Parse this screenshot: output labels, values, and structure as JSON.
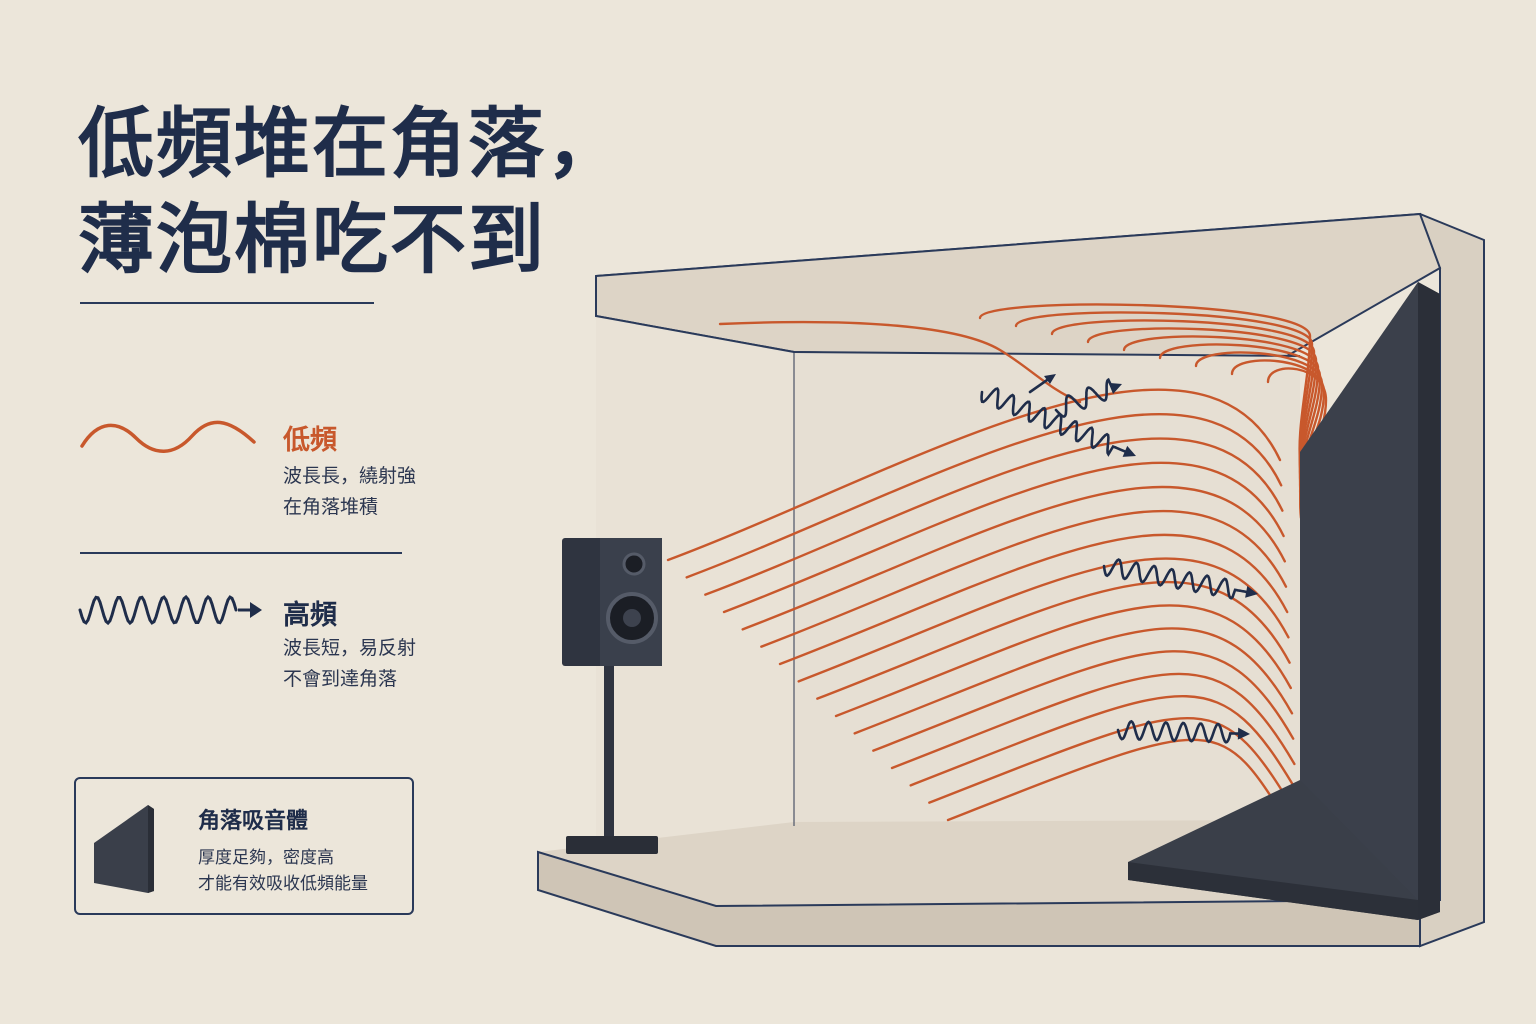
{
  "title": {
    "line1": "低頻堆在角落，",
    "line2": "薄泡棉吃不到"
  },
  "legend": {
    "low": {
      "label": "低頻",
      "desc_line1": "波長長，繞射強",
      "desc_line2": "在角落堆積",
      "icon": "low-frequency-wave-icon"
    },
    "high": {
      "label": "高頻",
      "desc_line1": "波長短，易反射",
      "desc_line2": "不會到達角落",
      "icon": "high-frequency-wave-icon"
    }
  },
  "absorber": {
    "title": "角落吸音體",
    "desc_line1": "厚度足夠，密度高",
    "desc_line2": "才能有效吸收低頻能量",
    "icon": "corner-bass-trap-icon"
  },
  "colors": {
    "background": "#ece6da",
    "navy": "#1f2d4a",
    "low_frequency": "#c8582c",
    "wall": "#e2dace",
    "absorber": "#3a3f4a",
    "speaker": "#2f3440"
  }
}
